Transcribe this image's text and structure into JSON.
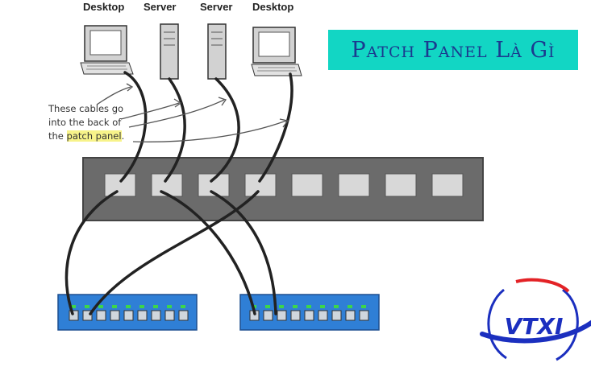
{
  "devices": [
    {
      "label": "Desktop",
      "type": "desktop"
    },
    {
      "label": "Server",
      "type": "server"
    },
    {
      "label": "Server",
      "type": "server"
    },
    {
      "label": "Desktop",
      "type": "desktop"
    }
  ],
  "title": "Patch Panel Là Gì",
  "note": {
    "line1": "These cables go",
    "line2": "into the back of",
    "line3_pre": "the ",
    "line3_highlight": "patch panel",
    "line3_post": "."
  },
  "logo": {
    "text": "VTXI"
  },
  "colors": {
    "title_bg": "#12d6c4",
    "title_text": "#1b3a8f",
    "panel": "#6b6b6b",
    "switch": "#2f7fd6",
    "logo_blue": "#1b2fbf",
    "logo_red": "#e32226"
  }
}
